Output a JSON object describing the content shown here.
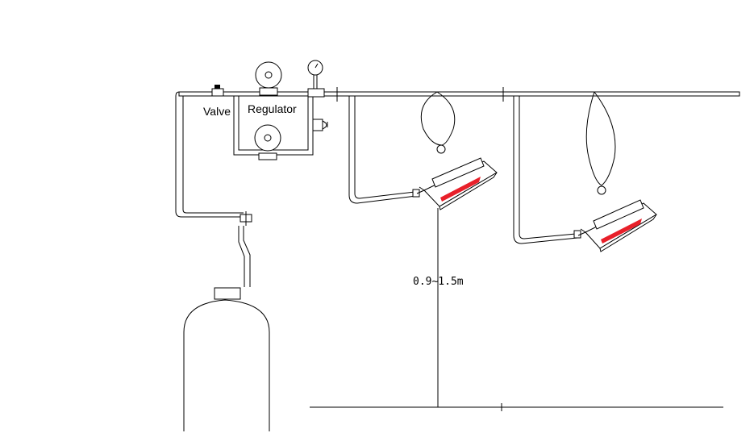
{
  "labels": {
    "valve": "Valve",
    "regulator": "Regulator",
    "mount_height": "0.9~1.5m"
  },
  "colors": {
    "line": "#000000",
    "heater_element": "#e8202a",
    "background": "#ffffff"
  }
}
